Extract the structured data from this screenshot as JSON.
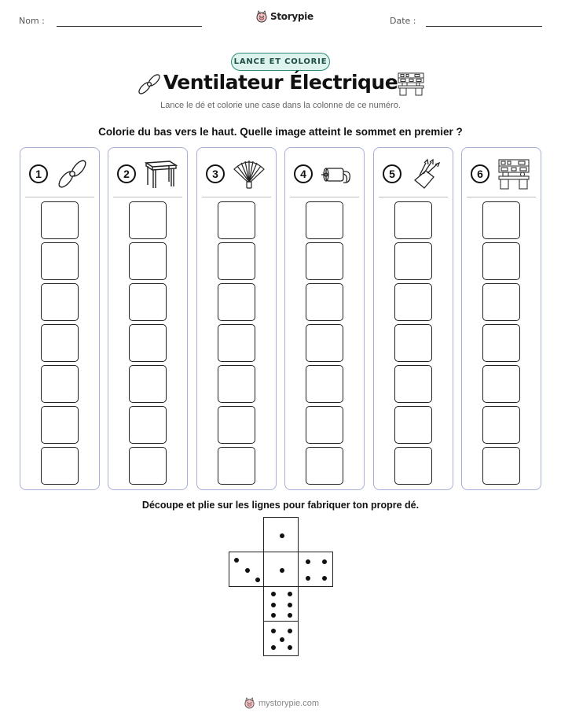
{
  "header": {
    "name_label": "Nom :",
    "date_label": "Date :",
    "brand": "Storypie"
  },
  "badge": "LANCE ET COLORIE",
  "title": "Ventilateur Électrique",
  "subtitle": "Lance le dé et colorie une case dans la colonne de ce numéro.",
  "instruction": "Colorie du bas vers le haut. Quelle image atteint le sommet en premier ?",
  "columns": [
    {
      "number": "1",
      "icon": "propeller-icon"
    },
    {
      "number": "2",
      "icon": "table-icon"
    },
    {
      "number": "3",
      "icon": "hand-fan-icon"
    },
    {
      "number": "4",
      "icon": "electric-motor-icon"
    },
    {
      "number": "5",
      "icon": "brushes-icon"
    },
    {
      "number": "6",
      "icon": "workbench-icon"
    }
  ],
  "cells_per_column": 7,
  "cut_instruction": "Découpe et plie sur les lignes pour fabriquer ton propre dé.",
  "dice_faces": [
    1,
    3,
    1,
    4,
    6,
    5
  ],
  "footer": "mystorypie.com"
}
